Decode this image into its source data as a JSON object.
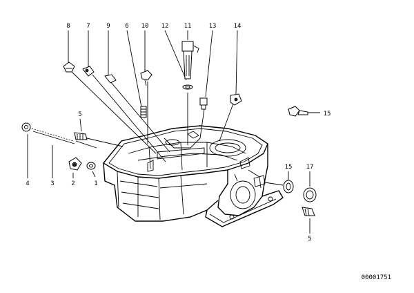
{
  "diagram": {
    "reference_number": "00001751",
    "callouts": [
      {
        "id": "c8",
        "text": "8"
      },
      {
        "id": "c7",
        "text": "7"
      },
      {
        "id": "c9",
        "text": "9"
      },
      {
        "id": "c6",
        "text": "6"
      },
      {
        "id": "c10",
        "text": "10"
      },
      {
        "id": "c12",
        "text": "12"
      },
      {
        "id": "c11",
        "text": "11"
      },
      {
        "id": "c13",
        "text": "13"
      },
      {
        "id": "c14",
        "text": "14"
      },
      {
        "id": "c15a",
        "text": "15"
      },
      {
        "id": "c5a",
        "text": "5"
      },
      {
        "id": "c4",
        "text": "4"
      },
      {
        "id": "c3",
        "text": "3"
      },
      {
        "id": "c2",
        "text": "2"
      },
      {
        "id": "c1",
        "text": "1"
      },
      {
        "id": "c15b",
        "text": "15"
      },
      {
        "id": "c17",
        "text": "17"
      },
      {
        "id": "c5b",
        "text": "5"
      }
    ]
  }
}
